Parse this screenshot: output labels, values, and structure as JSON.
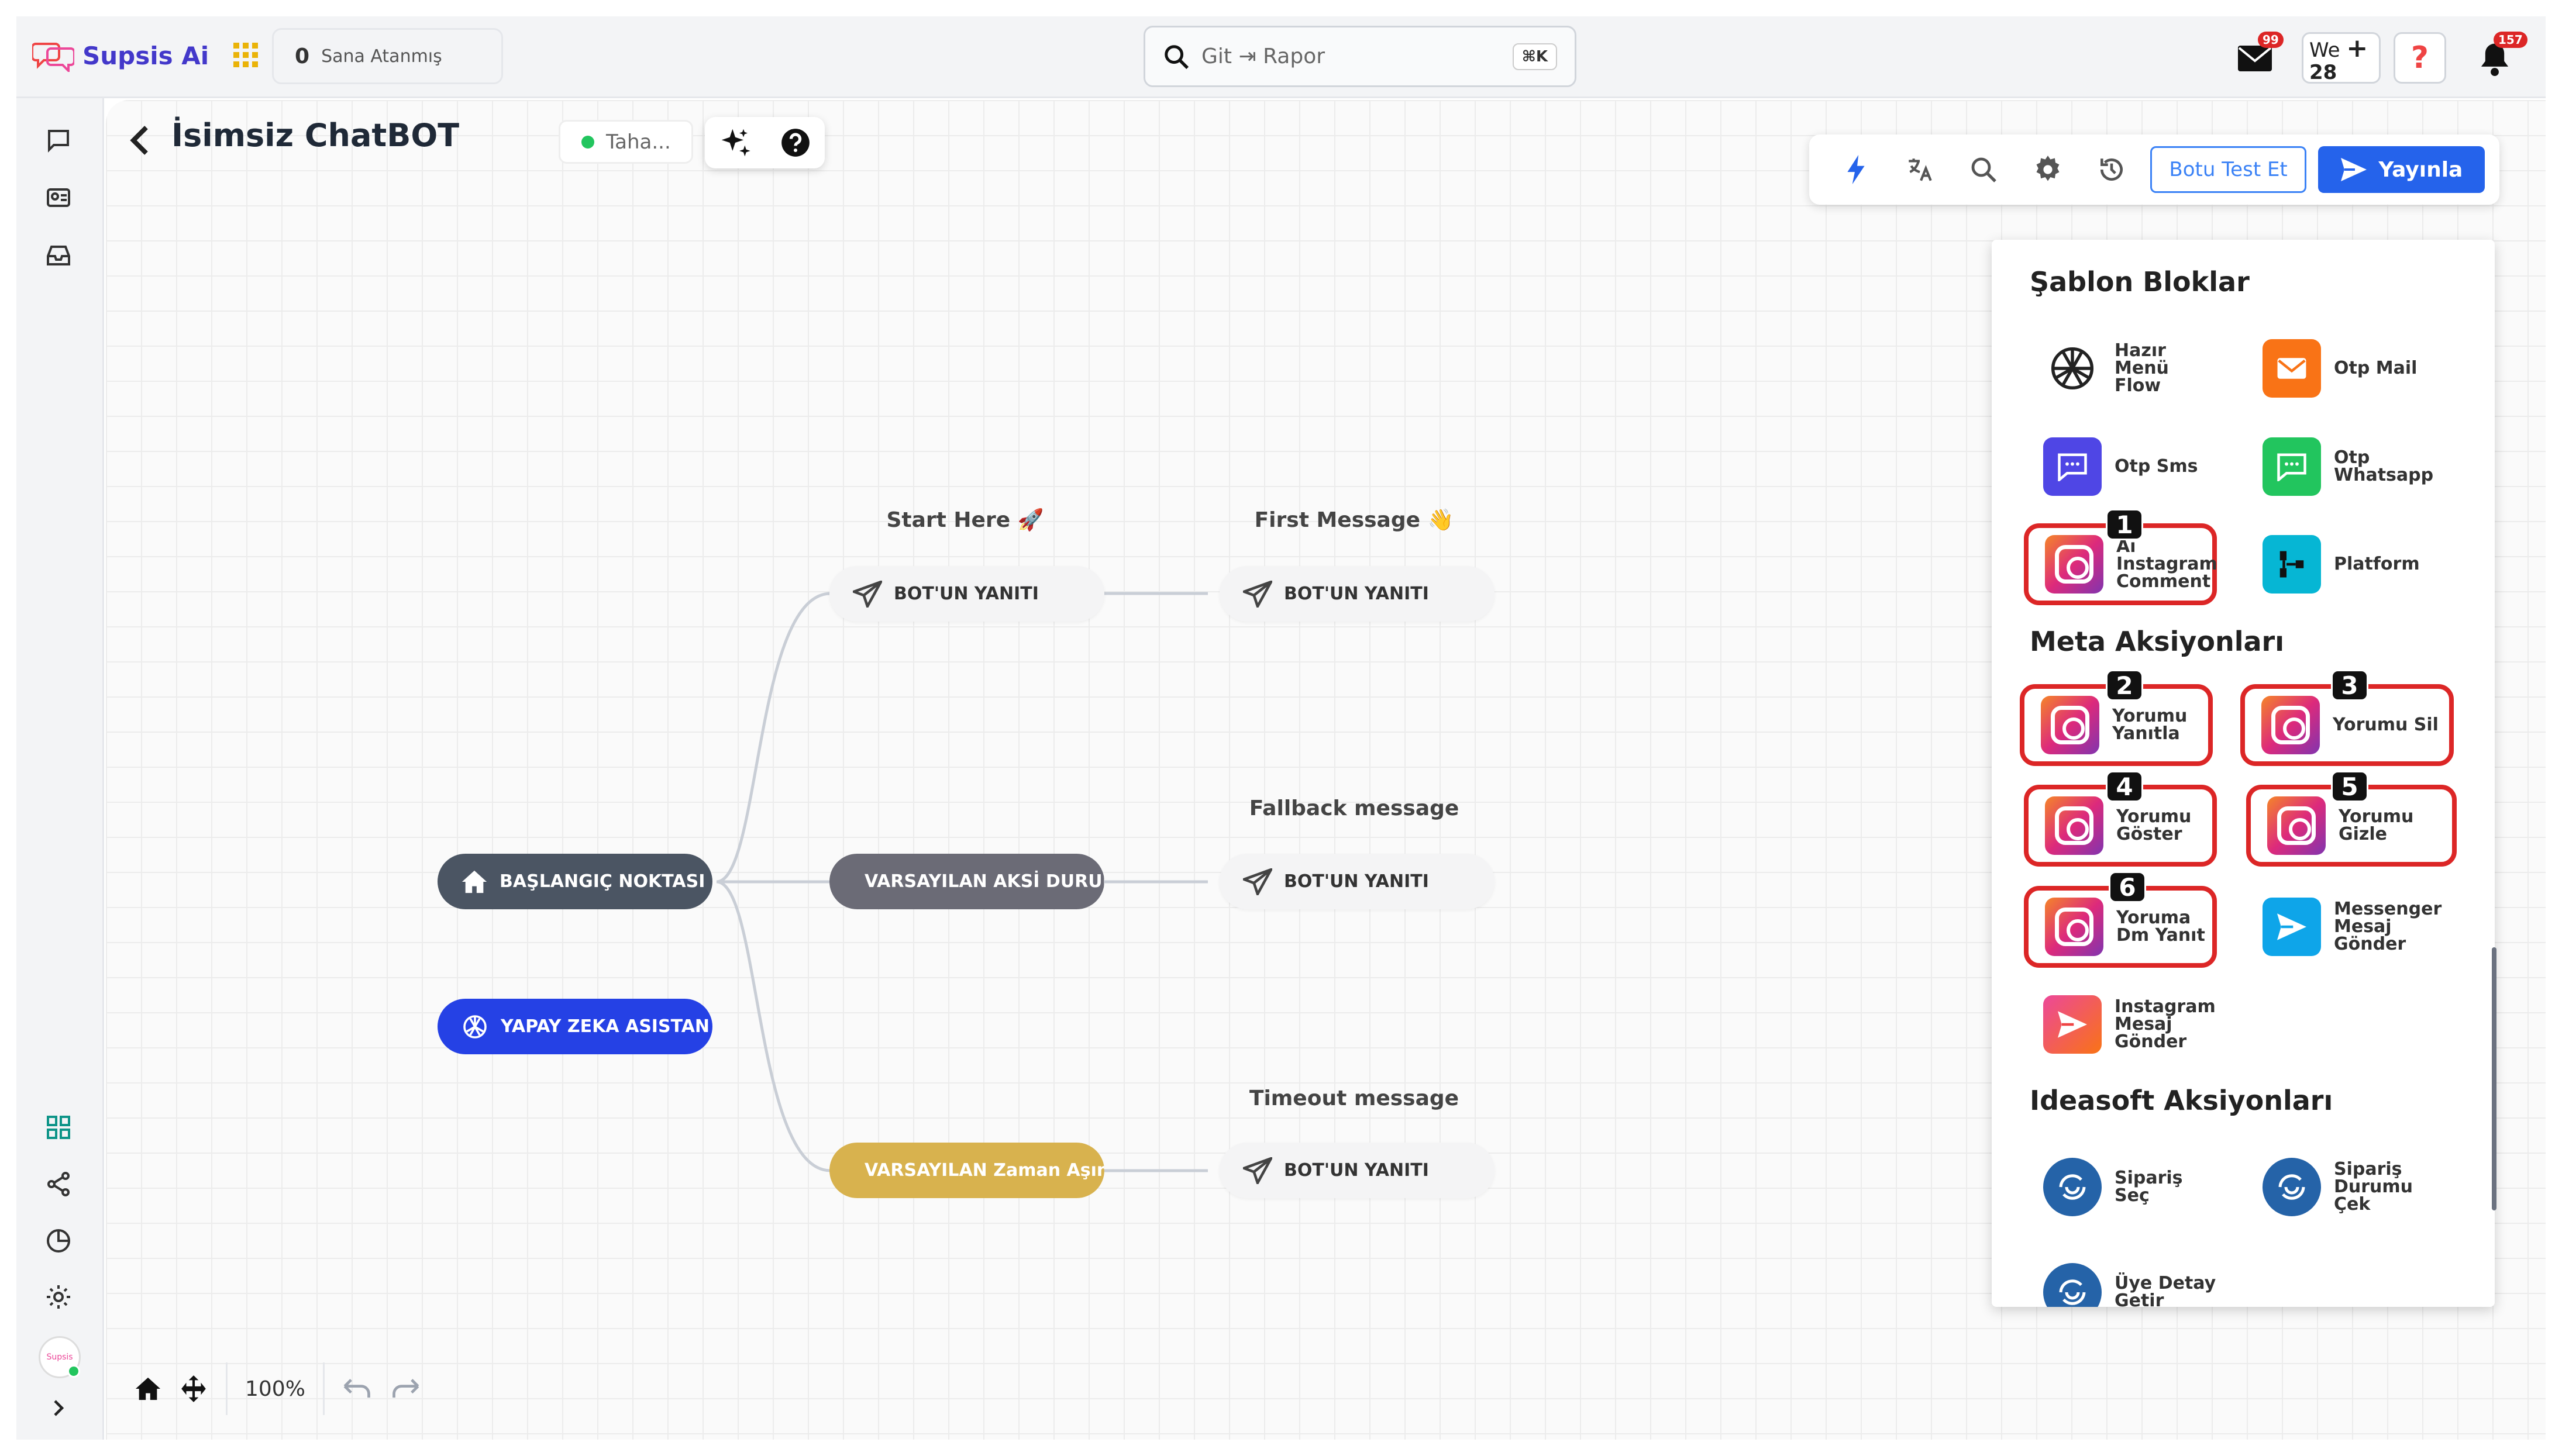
{
  "app": {
    "name": "Supsis Ai"
  },
  "topbar": {
    "assigned_count": "0",
    "assigned_label": "Sana Atanmış",
    "search_value": "Git ⇥ Rapor",
    "search_shortcut": "⌘K",
    "mail_badge": "99",
    "workspace_label": "We",
    "workspace_number": "28",
    "notif_badge": "157"
  },
  "editor": {
    "title": "İsimsiz ChatBOT",
    "status_text": "Taha...",
    "test_button": "Botu Test Et",
    "publish_button": "Yayınla"
  },
  "flow": {
    "labels": {
      "start_here": "Start Here 🚀",
      "first_message": "First Message 👋",
      "fallback_message": "Fallback message",
      "timeout_message": "Timeout message"
    },
    "nodes": {
      "start": "BAŞLANGIÇ NOKTASI",
      "ai": "YAPAY ZEKA ASISTAN",
      "fallback": "VARSAYILAN AKSİ DURUM",
      "timeout": "VARSAYILAN Zaman Aşımı",
      "bot_response": "BOT'UN YANITI"
    }
  },
  "panel": {
    "sections": {
      "templates": "Şablon Bloklar",
      "meta": "Meta Aksiyonları",
      "ideasoft": "Ideasoft Aksiyonları"
    },
    "items": {
      "hazir_menu": "Hazır Menü Flow",
      "otp_mail": "Otp Mail",
      "otp_sms": "Otp Sms",
      "otp_whatsapp": "Otp Whatsapp",
      "ai_instagram_comment": "Aı Instagram Comment",
      "platform": "Platform",
      "yorumu_yanitla": "Yorumu Yanıtla",
      "yorumu_sil": "Yorumu Sil",
      "yorumu_goster": "Yorumu Göster",
      "yorumu_gizle": "Yorumu Gizle",
      "yoruma_dm_yanit": "Yoruma Dm Yanıt",
      "messenger_mesaj_gonder": "Messenger Mesaj Gönder",
      "instagram_mesaj_gonder": "Instagram Mesaj Gönder",
      "siparis_sec": "Sipariş Seç",
      "siparis_durumu_cek": "Sipariş Durumu Çek",
      "uye_detay_getir": "Üye Detay Getir"
    },
    "markers": [
      "1",
      "2",
      "3",
      "4",
      "5",
      "6"
    ]
  },
  "controls": {
    "zoom": "100%"
  },
  "colors": {
    "brand": "#4338ca",
    "publish": "#2563eb",
    "highlight": "#dc2626"
  }
}
